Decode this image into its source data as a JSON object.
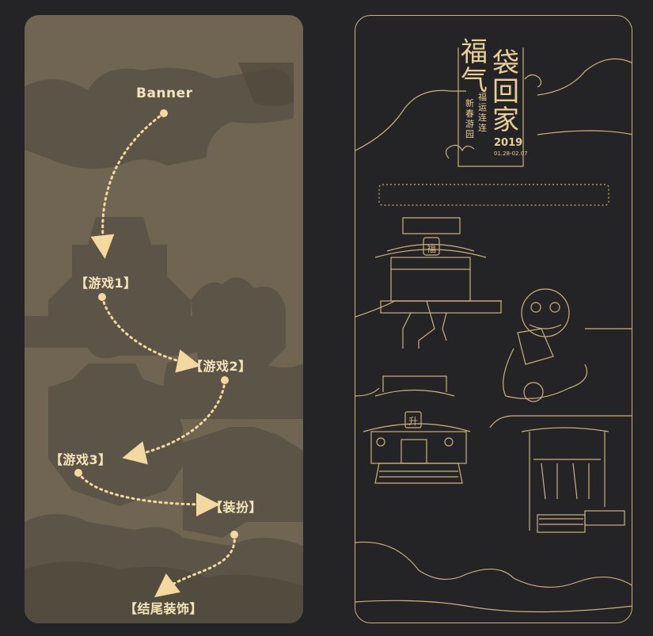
{
  "flow": {
    "banner": "Banner",
    "game1": "【游戏1】",
    "game2": "【游戏2】",
    "game3": "【游戏3】",
    "dressup": "【装扮】",
    "ending": "【结尾装饰】"
  },
  "banner": {
    "title_left": "福气",
    "title_right": "袋回家",
    "sub1": "新春游园",
    "sub2": "福运连连",
    "year": "2019",
    "dates": "01.28-02.07"
  },
  "colors": {
    "page_bg": "#242326",
    "panel_bg": "#6f6552",
    "silhouette": "#5a5244",
    "arrow": "#f3d9a0",
    "line_gold": "#c9b27c"
  }
}
